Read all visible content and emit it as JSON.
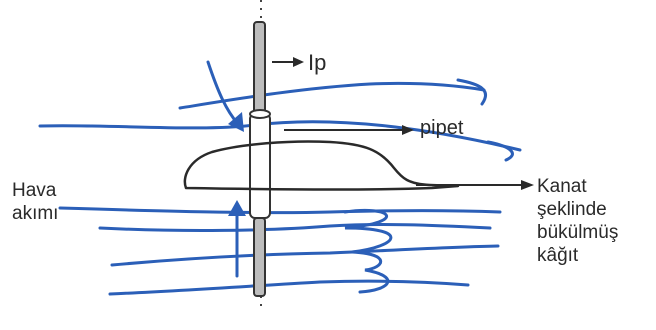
{
  "labels": {
    "ip": "Ip",
    "pipet": "pipet",
    "hava_akimi": [
      "Hava",
      "akımı"
    ],
    "kanat": [
      "Kanat",
      "şeklinde",
      "bükülmüş",
      "kâğıt"
    ]
  },
  "colors": {
    "flow": "#2b5fb8",
    "ink": "#2a2a2a",
    "paper": "#ffffff"
  }
}
